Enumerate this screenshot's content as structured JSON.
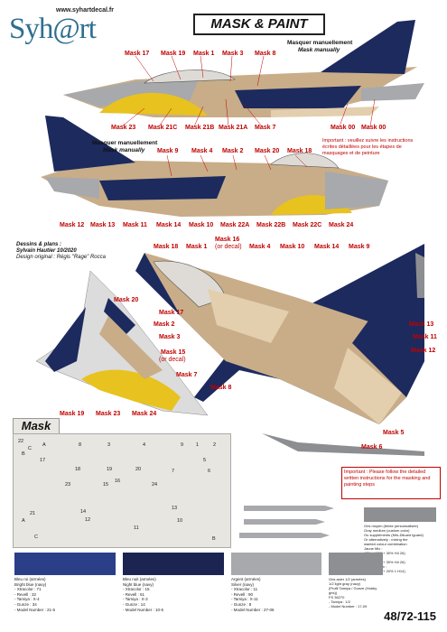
{
  "header": {
    "site": "www.syhartdecal.fr",
    "logo": "Syh@rt",
    "title": "MASK & PAINT"
  },
  "colors": {
    "blue": "#1c2a5e",
    "tan": "#c8ad88",
    "light_tan": "#e3cfae",
    "grey": "#a7a9ac",
    "yellow": "#e8c21e",
    "red": "#c00000",
    "dark_grey": "#8c8e91"
  },
  "view1": {
    "labels": [
      "Mask 17",
      "Mask 19",
      "Mask 1",
      "Mask 3",
      "Mask 8",
      "Mask 23",
      "Mask 21C",
      "Mask 21B",
      "Mask 21A",
      "Mask 7",
      "Mask 00",
      "Mask 00"
    ],
    "manual_fr": "Masquer manuellement",
    "manual_en": "Mask manually"
  },
  "important_fr": "Important : veuillez suivre les instructions écrites détaillées pour les étapes de masquages et de peinture",
  "view2": {
    "manual_fr": "Masquer manuellement",
    "manual_en": "Mask manually",
    "labels_top": [
      "Mask 9",
      "Mask 4",
      "Mask 2",
      "Mask 20",
      "Mask 18"
    ],
    "labels_bottom": [
      "Mask 12",
      "Mask 13",
      "Mask 11",
      "Mask 14",
      "Mask 10",
      "Mask 22A",
      "Mask 22B",
      "Mask 22C",
      "Mask 24"
    ]
  },
  "credits": {
    "line1": "Dessins & plans :",
    "line2": "Sylvain Hautier 10/2020",
    "line3": "Design original : Régis \"Rage\" Rocca"
  },
  "view3": {
    "labels": [
      "Mask 18",
      "Mask 1",
      "Mask 16",
      "(or decal)",
      "Mask 4",
      "Mask 10",
      "Mask 14",
      "Mask 9",
      "Mask 17",
      "Mask 2",
      "Mask 3",
      "Mask 15",
      "(or decal)",
      "Mask 7",
      "Mask 8",
      "Mask 13",
      "Mask 11",
      "Mask 12",
      "Mask 5",
      "Mask 6"
    ]
  },
  "view4": {
    "labels": [
      "Mask 20",
      "Mask 19",
      "Mask 23",
      "Mask 24"
    ]
  },
  "important_en": "Important : Please follow the detailed written instructions for the masking and painting steps",
  "mask_title": "Mask",
  "mask_numbers": [
    "22",
    "C",
    "B",
    "A",
    "8",
    "3",
    "4",
    "9",
    "1",
    "2",
    "17",
    "5",
    "18",
    "19",
    "16",
    "20",
    "7",
    "6",
    "23",
    "15",
    "24",
    "21",
    "14",
    "13",
    "A",
    "12",
    "10",
    "C",
    "11",
    "B"
  ],
  "swatches": [
    {
      "color": "#2a3f87",
      "lines": [
        "Bleu roi (armées)",
        "Bright blue (navy)",
        "- Xtracolor : 71",
        "- Revell : 32",
        "- Tamiya : X-4",
        "- Gunze : 34",
        "- Model Number : 21-5"
      ]
    },
    {
      "color": "#1c2552",
      "lines": [
        "Bleu nuit (armées)",
        "Night blue (navy)",
        "- Xtracolor : 15",
        "- Revell : 51",
        "- Tamiya : X-3",
        "- Gunze : 14",
        "- Model Number : 10-5"
      ]
    },
    {
      "color": "#a7a9ac",
      "lines": [
        "Argent (armées)",
        "Silver (navy)",
        "- Xtracolor : 11",
        "- Revell : 90",
        "- Tamiya : X-11",
        "- Gunze : 8",
        "- Model Number : 27-06"
      ]
    },
    {
      "color": "#8d8f92",
      "lines": [
        "Gris acier 1/2 (armées)",
        "1/2 light gray (navy)",
        "(Profil Tamiya / Gunze (Hobby gris))",
        "FS 36270",
        "- Tamiya : 1/2",
        "- Model Number : 17-09"
      ]
    }
  ],
  "custom_color": {
    "color": "#8d8f92",
    "lines": [
      "Gris moyen (teinte personnalisée)",
      "Gray medium (custom color)",
      "Ou suppléments (Mrs-Diluant Iguard)",
      "Or alternatively : mixing the",
      "wanted colour combination",
      "Jaune Mix :",
      "(70% H322 + 30% H4 26)",
      "Jaune Mix :",
      "(70% H322 + 30% H4 26)",
      "Platinum Mix :",
      "(70% H322 + 20% 1 H14)"
    ]
  },
  "reference": "48/72-115"
}
